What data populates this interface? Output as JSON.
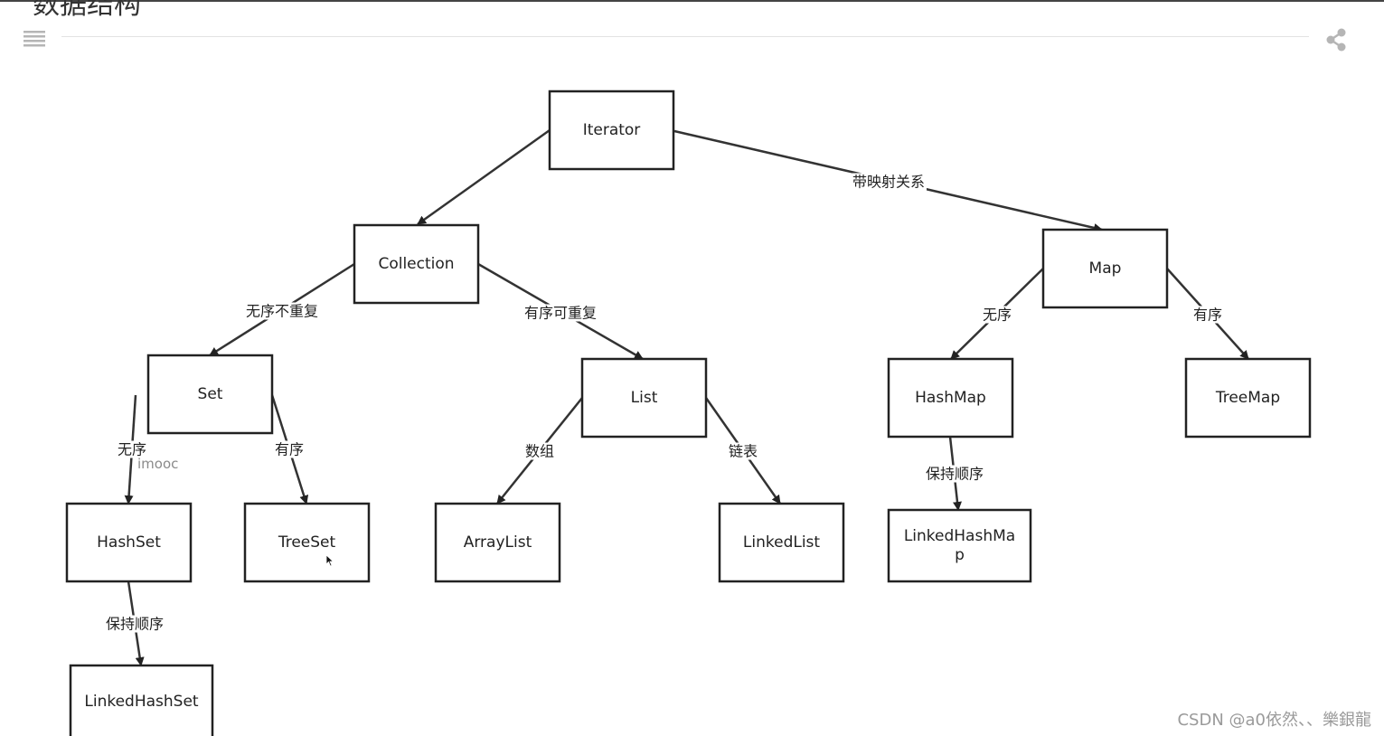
{
  "page": {
    "title": "数据结构"
  },
  "header": {
    "menu_icon": "hamburger-menu-icon",
    "share_icon": "share-icon"
  },
  "diagram": {
    "nodes": [
      {
        "id": "iterator",
        "label": "Iterator"
      },
      {
        "id": "collection",
        "label": "Collection"
      },
      {
        "id": "map",
        "label": "Map"
      },
      {
        "id": "set",
        "label": "Set"
      },
      {
        "id": "list",
        "label": "List"
      },
      {
        "id": "hashmap",
        "label": "HashMap"
      },
      {
        "id": "treemap",
        "label": "TreeMap"
      },
      {
        "id": "hashset",
        "label": "HashSet"
      },
      {
        "id": "treeset",
        "label": "TreeSet"
      },
      {
        "id": "arraylist",
        "label": "ArrayList"
      },
      {
        "id": "linkedlist",
        "label": "LinkedList"
      },
      {
        "id": "linkedhashmap",
        "label": [
          "LinkedHashMa",
          "p"
        ]
      },
      {
        "id": "linkedhashset",
        "label": "LinkedHashSet"
      }
    ],
    "edges": [
      {
        "from": "iterator",
        "to": "collection",
        "label": ""
      },
      {
        "from": "iterator",
        "to": "map",
        "label": "带映射关系"
      },
      {
        "from": "collection",
        "to": "set",
        "label": "无序不重复"
      },
      {
        "from": "collection",
        "to": "list",
        "label": "有序可重复"
      },
      {
        "from": "map",
        "to": "hashmap",
        "label": "无序"
      },
      {
        "from": "map",
        "to": "treemap",
        "label": "有序"
      },
      {
        "from": "set",
        "to": "hashset",
        "label": "无序"
      },
      {
        "from": "set",
        "to": "treeset",
        "label": "有序"
      },
      {
        "from": "list",
        "to": "arraylist",
        "label": "数组"
      },
      {
        "from": "list",
        "to": "linkedlist",
        "label": "链表"
      },
      {
        "from": "hashmap",
        "to": "linkedhashmap",
        "label": "保持顺序"
      },
      {
        "from": "hashset",
        "to": "linkedhashset",
        "label": "保持顺序"
      }
    ]
  },
  "watermarks": {
    "imooc": "imooc",
    "csdn": "CSDN @a0依然、、樂銀龍"
  }
}
